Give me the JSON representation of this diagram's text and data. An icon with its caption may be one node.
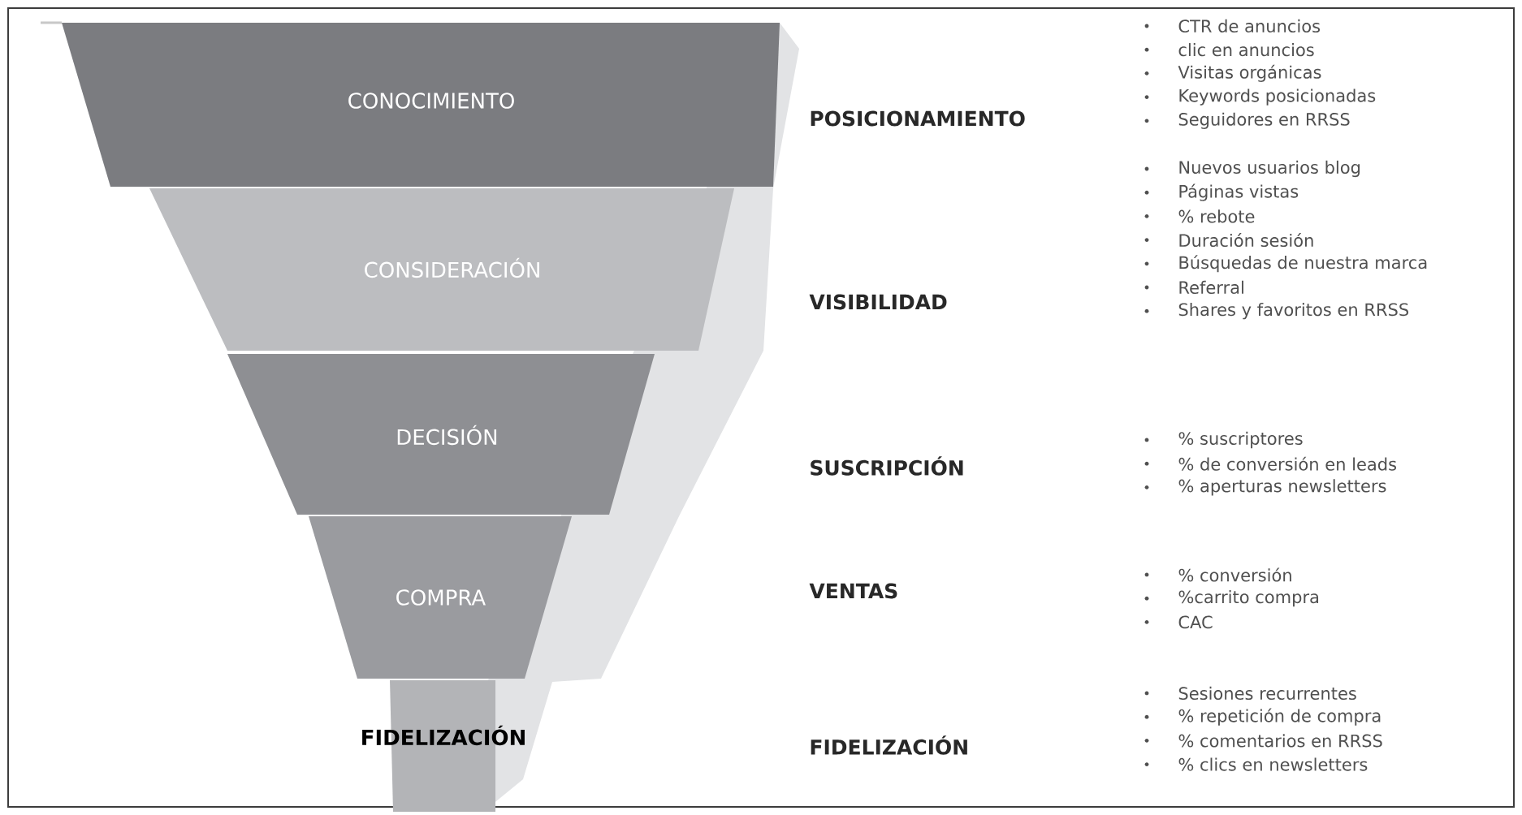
{
  "diagram": {
    "nodes": [
      {
        "text": [
          "CONOCIMIENTO"
        ]
      },
      {
        "text": [
          "CONSIDERACIÓN"
        ]
      },
      {
        "text": [
          "DECISIÓN"
        ]
      },
      {
        "text": [
          "COMPRA"
        ]
      },
      {
        "text": [
          "FIDELIZACIÓN"
        ]
      }
    ],
    "labels": [
      "CTR de anuncios",
      "clic en anuncios",
      "POSICIONAMIENTO",
      "Visitas orgánicas",
      "Keywords posicionadas",
      "Seguidores en RRSS",
      "Nuevos usuarios blog",
      "Páginas vistas",
      "% rebote",
      "VISIBILIDAD",
      "Duración sesión",
      "Búsquedas de nuestra marca",
      "Referral",
      "Shares y favoritos en RRSS",
      "% suscriptores",
      "SUSCRIPCIÓN",
      "% de conversión en leads",
      "% aperturas newsletters",
      "% conversión",
      "VENTAS",
      "%carrito compra",
      "CAC",
      "Sesiones recurrentes",
      "% repetición de compra",
      "FIDELIZACIÓN",
      "% comentarios en RRSS",
      "% clics en newsletters"
    ]
  }
}
